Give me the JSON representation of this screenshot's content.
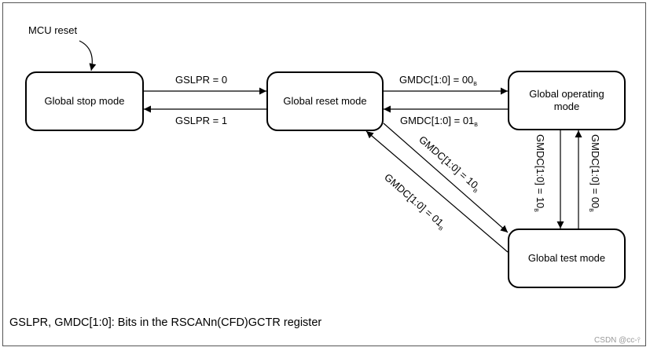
{
  "annotation": {
    "mcu_reset": "MCU reset"
  },
  "states": {
    "stop": "Global stop mode",
    "reset": "Global reset mode",
    "operating_line1": "Global operating",
    "operating_line2": "mode",
    "test": "Global test mode"
  },
  "transitions": {
    "stop_to_reset": "GSLPR = 0",
    "reset_to_stop": "GSLPR = 1",
    "reset_to_operating": {
      "text": "GMDC[1:0] = 00",
      "sub": "B"
    },
    "operating_to_reset": {
      "text": "GMDC[1:0] = 01",
      "sub": "B"
    },
    "reset_to_test": {
      "text": "GMDC[1:0] = 10",
      "sub": "B"
    },
    "test_to_reset": {
      "text": "GMDC[1:0] = 01",
      "sub": "B"
    },
    "operating_to_test": {
      "text": "GMDC[1:0] = 10",
      "sub": "B"
    },
    "test_to_operating": {
      "text": "GMDC[1:0] = 00",
      "sub": "B"
    }
  },
  "footnote": "GSLPR, GMDC[1:0]: Bits in the RSCANn(CFD)GCTR register",
  "watermark": "CSDN @cc-⫯"
}
